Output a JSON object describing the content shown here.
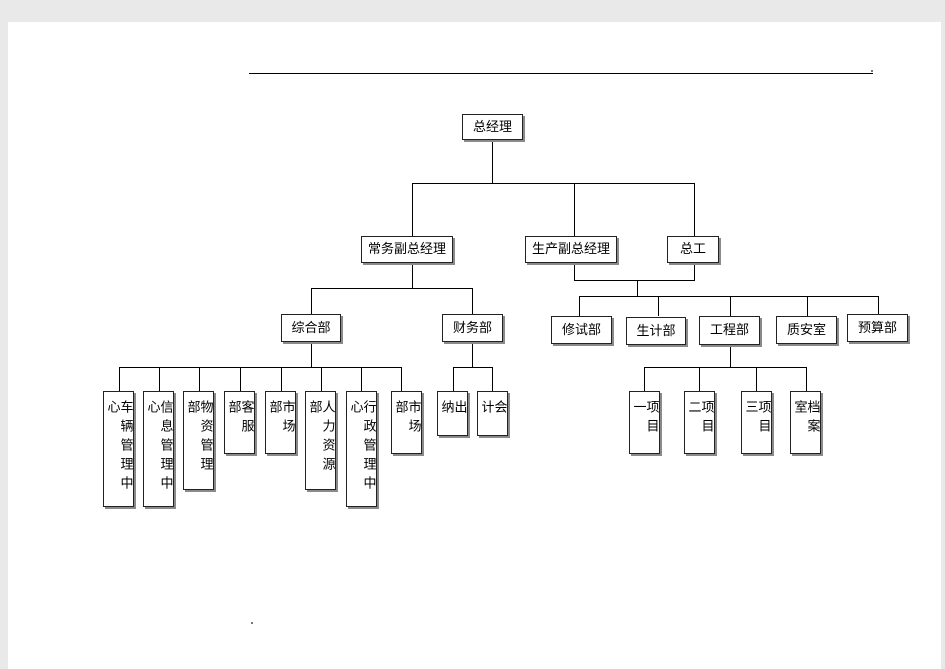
{
  "org": {
    "ceo": "总经理",
    "exec_vp": "常务副总经理",
    "prod_vp": "生产副总经理",
    "chief_eng": "总工",
    "general_dept": "综合部",
    "finance_dept": "财务部",
    "repair_dept": "修试部",
    "plan_dept": "生计部",
    "eng_dept": "工程部",
    "qa_room": "质安室",
    "budget_dept": "预算部",
    "vehicle_center": "车辆管理中心",
    "info_center": "信息管理中心",
    "material_dept": "物资管理部",
    "service_dept": "客服部",
    "market_dept_1": "市场部",
    "hr_dept": "人力资源部",
    "admin_center": "行政管理中心",
    "market_dept_2": "市场部",
    "cashier": "出纳",
    "accounting": "会计",
    "project_1": "项目一",
    "project_2": "项目二",
    "project_3": "项目三",
    "archive_room": "档案室"
  },
  "colors": {
    "line": "#000000",
    "border": "#222222",
    "shadow": "#8a8a8a",
    "background": "#e9e9e9",
    "page": "#ffffff"
  }
}
